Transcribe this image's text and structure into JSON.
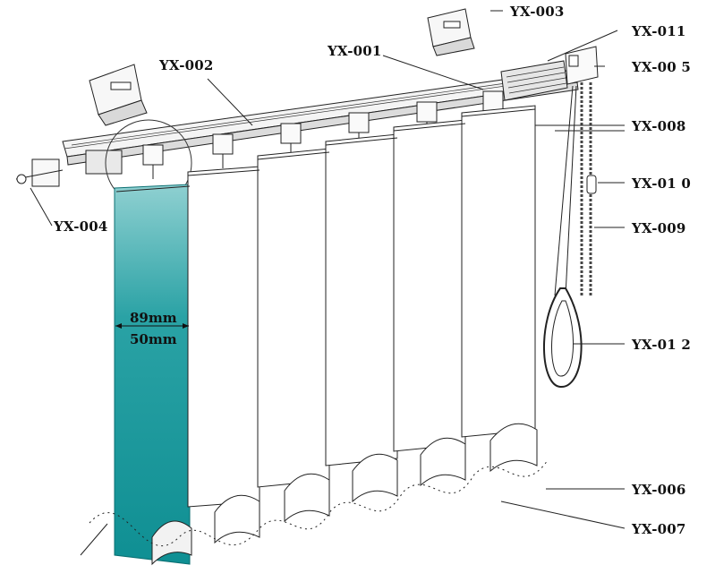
{
  "diagram": {
    "part_labels": {
      "yx001": "YX-001",
      "yx002": "YX-002",
      "yx003": "YX-003",
      "yx004": "YX-004",
      "yx005": "YX-00 5",
      "yx006": "YX-006",
      "yx007": "YX-007",
      "yx008": "YX-008",
      "yx009": "YX-009",
      "yx010": "YX-01 0",
      "yx011": "YX-011",
      "yx012": "YX-01 2"
    },
    "slat_widths": {
      "wide": "89mm",
      "narrow": "50mm"
    },
    "colors": {
      "slat_highlight_top": "#8fd0d1",
      "slat_highlight_bottom": "#0f8f93",
      "line": "#222222",
      "rail_fill": "#f2f2f2"
    }
  }
}
